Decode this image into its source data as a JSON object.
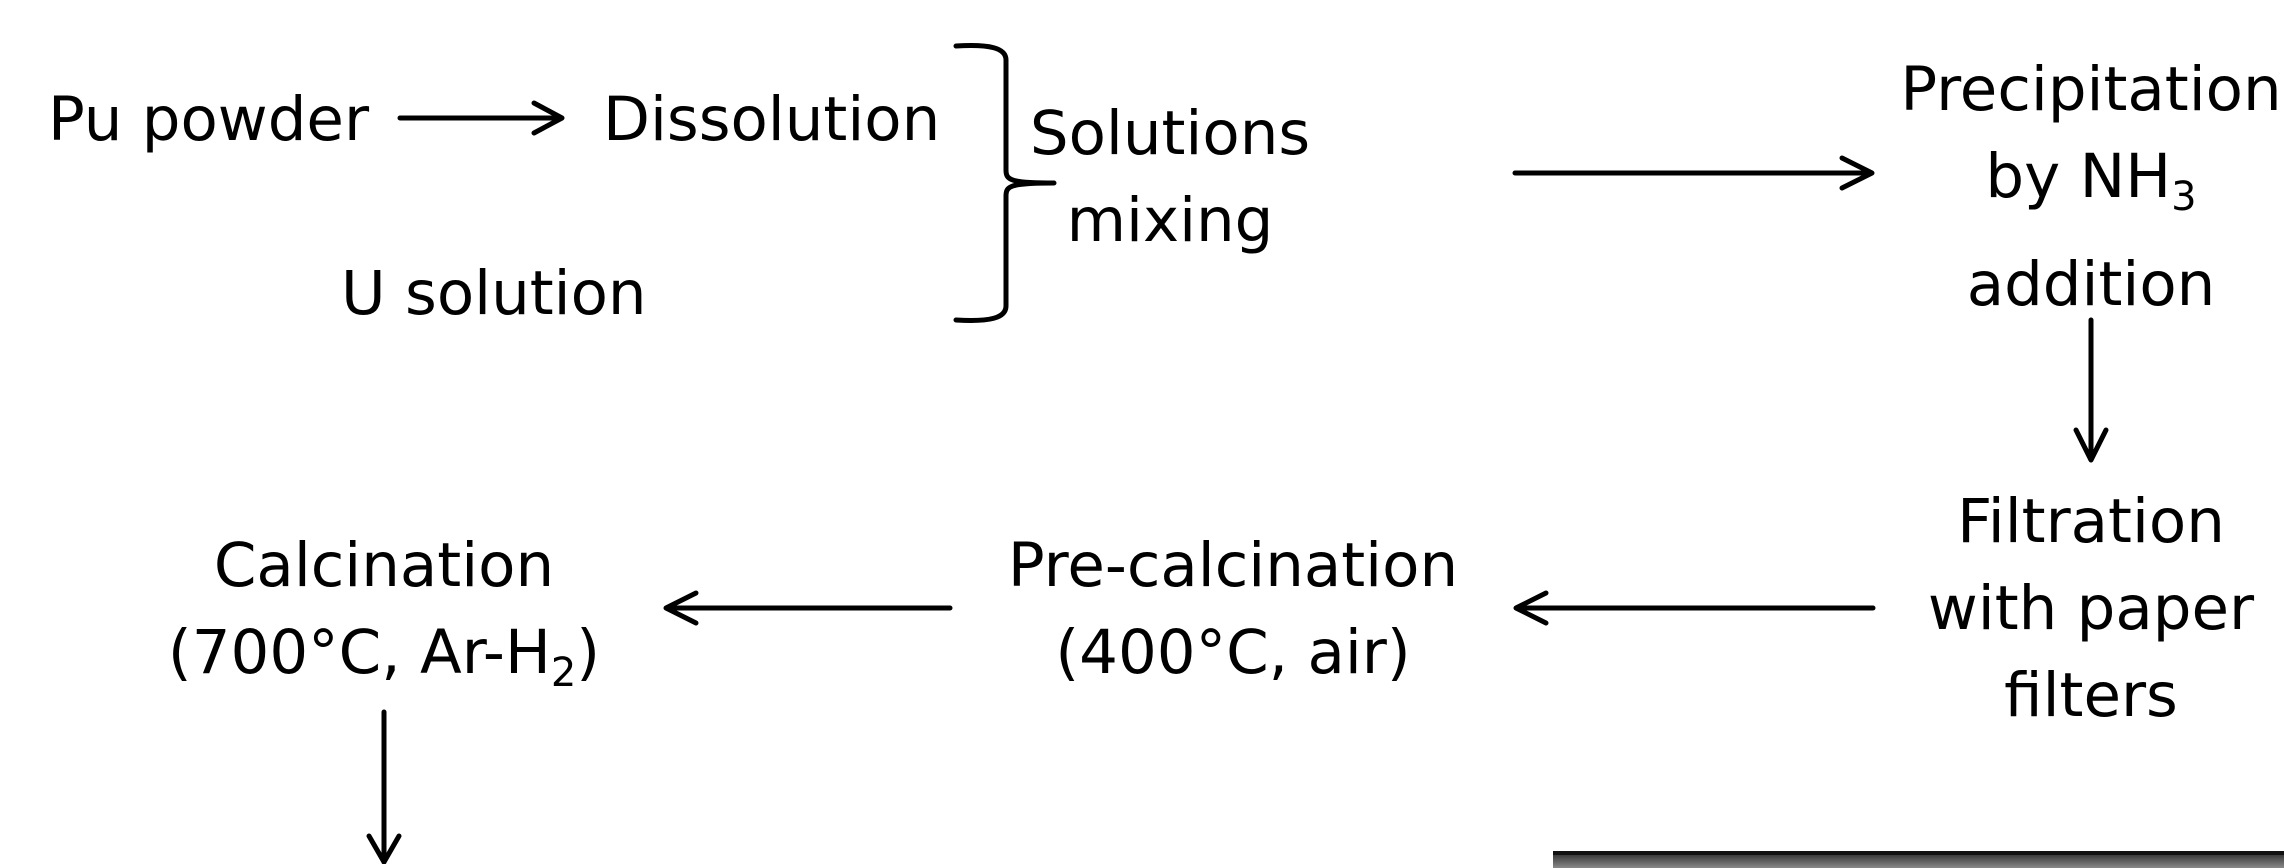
{
  "nodes": {
    "pu_powder": {
      "text": "Pu powder"
    },
    "dissolution": {
      "text": "Dissolution"
    },
    "u_solution": {
      "text": "U solution"
    },
    "solutions_mixing": {
      "line1": "Solutions",
      "line2": "mixing"
    },
    "precipitation": {
      "line1": "Precipitation",
      "line2_pre": "by NH",
      "line2_sub": "3",
      "line3": "addition"
    },
    "filtration": {
      "line1": "Filtration",
      "line2": "with paper",
      "line3": "filters"
    },
    "precalcination": {
      "line1": "Pre-calcination",
      "line2": "(400°C, air)"
    },
    "calcination": {
      "line1": "Calcination",
      "line2_pre": "(700°C, Ar-H",
      "line2_sub": "2",
      "line2_post": ")"
    }
  },
  "colors": {
    "ink": "#000000",
    "background": "#ffffff"
  },
  "icons": [
    "arrow-right-icon",
    "arrow-down-icon",
    "arrow-left-icon",
    "right-brace-icon"
  ]
}
